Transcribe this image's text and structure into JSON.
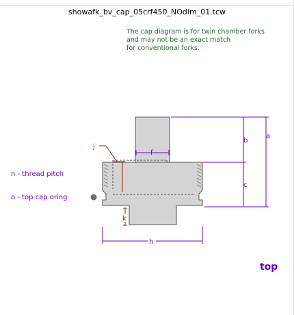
{
  "title": "showafk_bv_cap_05crf450_NOdim_01.tcw",
  "note_lines": [
    "The cap diagram is for twin chamber forks",
    "and may not be an exact match",
    "for conventional forks."
  ],
  "legend": {
    "n": "n - thread pitch",
    "o": "o - top cap oring"
  },
  "view_label": "top",
  "dimensions": {
    "a": "a",
    "b": "b",
    "c": "c",
    "f": "f",
    "h": "h",
    "j": "j",
    "k": "k"
  },
  "colors": {
    "part_fill": "#d4d4d4",
    "outline": "#555555",
    "dimension": "#6a00c8",
    "dimension_red": "#a01818",
    "note": "#2a6a2a"
  },
  "icons": {
    "oring_marker": "gray-dot"
  }
}
